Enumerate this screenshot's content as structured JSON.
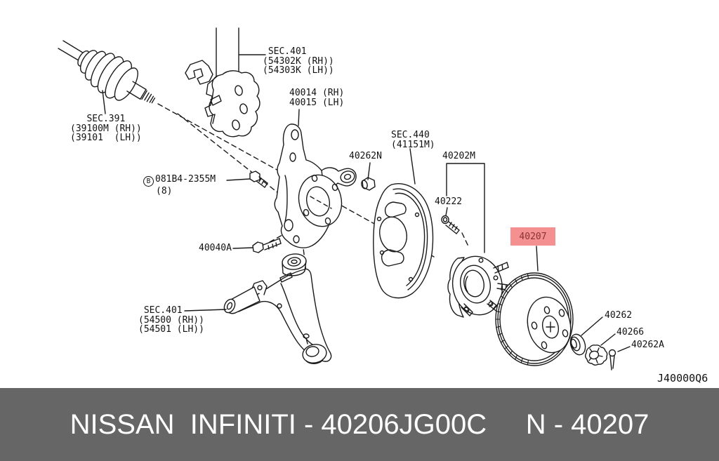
{
  "diagram": {
    "code": "J40000Q6",
    "highlight": {
      "bg": "#f49090",
      "text_color": "#8a3333",
      "part": "40207"
    },
    "labels": {
      "sec391": "   SEC.391\n(39100M (RH))\n(39101  (LH))",
      "sec401_top": " SEC.401\n(54302K (RH))\n(54303K (LH))",
      "knuckle": "40014 (RH)\n40015 (LH)",
      "bolt_b_prefix": "B",
      "bolt_b_code": "081B4-2355M",
      "bolt_b_qty": "(8)",
      "p40040a": "40040A",
      "p40262n": "40262N",
      "sec440": "SEC.440\n(41151M)",
      "p40202m": "40202M",
      "p40222": "40222",
      "p40207": "40207",
      "p40262": "40262",
      "p40266": "40266",
      "p40262a": "40262A",
      "sec401_bottom": " SEC.401\n(54500 (RH))\n(54501 (LH))"
    }
  },
  "footer": {
    "text": "NISSAN  INFINITI - 40206JG00C     N - 40207",
    "bg": "#666666",
    "text_color": "#ffffff"
  }
}
